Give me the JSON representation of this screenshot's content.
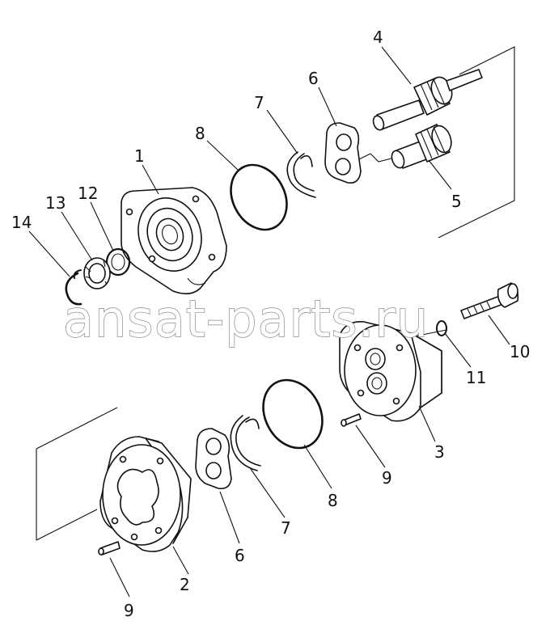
{
  "watermark": "ansat-parts.ru",
  "callouts": {
    "c1": "1",
    "c2": "2",
    "c3": "3",
    "c4": "4",
    "c5": "5",
    "c6a": "6",
    "c6b": "6",
    "c7a": "7",
    "c7b": "7",
    "c8a": "8",
    "c8b": "8",
    "c9a": "9",
    "c9b": "9",
    "c10": "10",
    "c11": "11",
    "c12": "12",
    "c13": "13",
    "c14": "14"
  }
}
